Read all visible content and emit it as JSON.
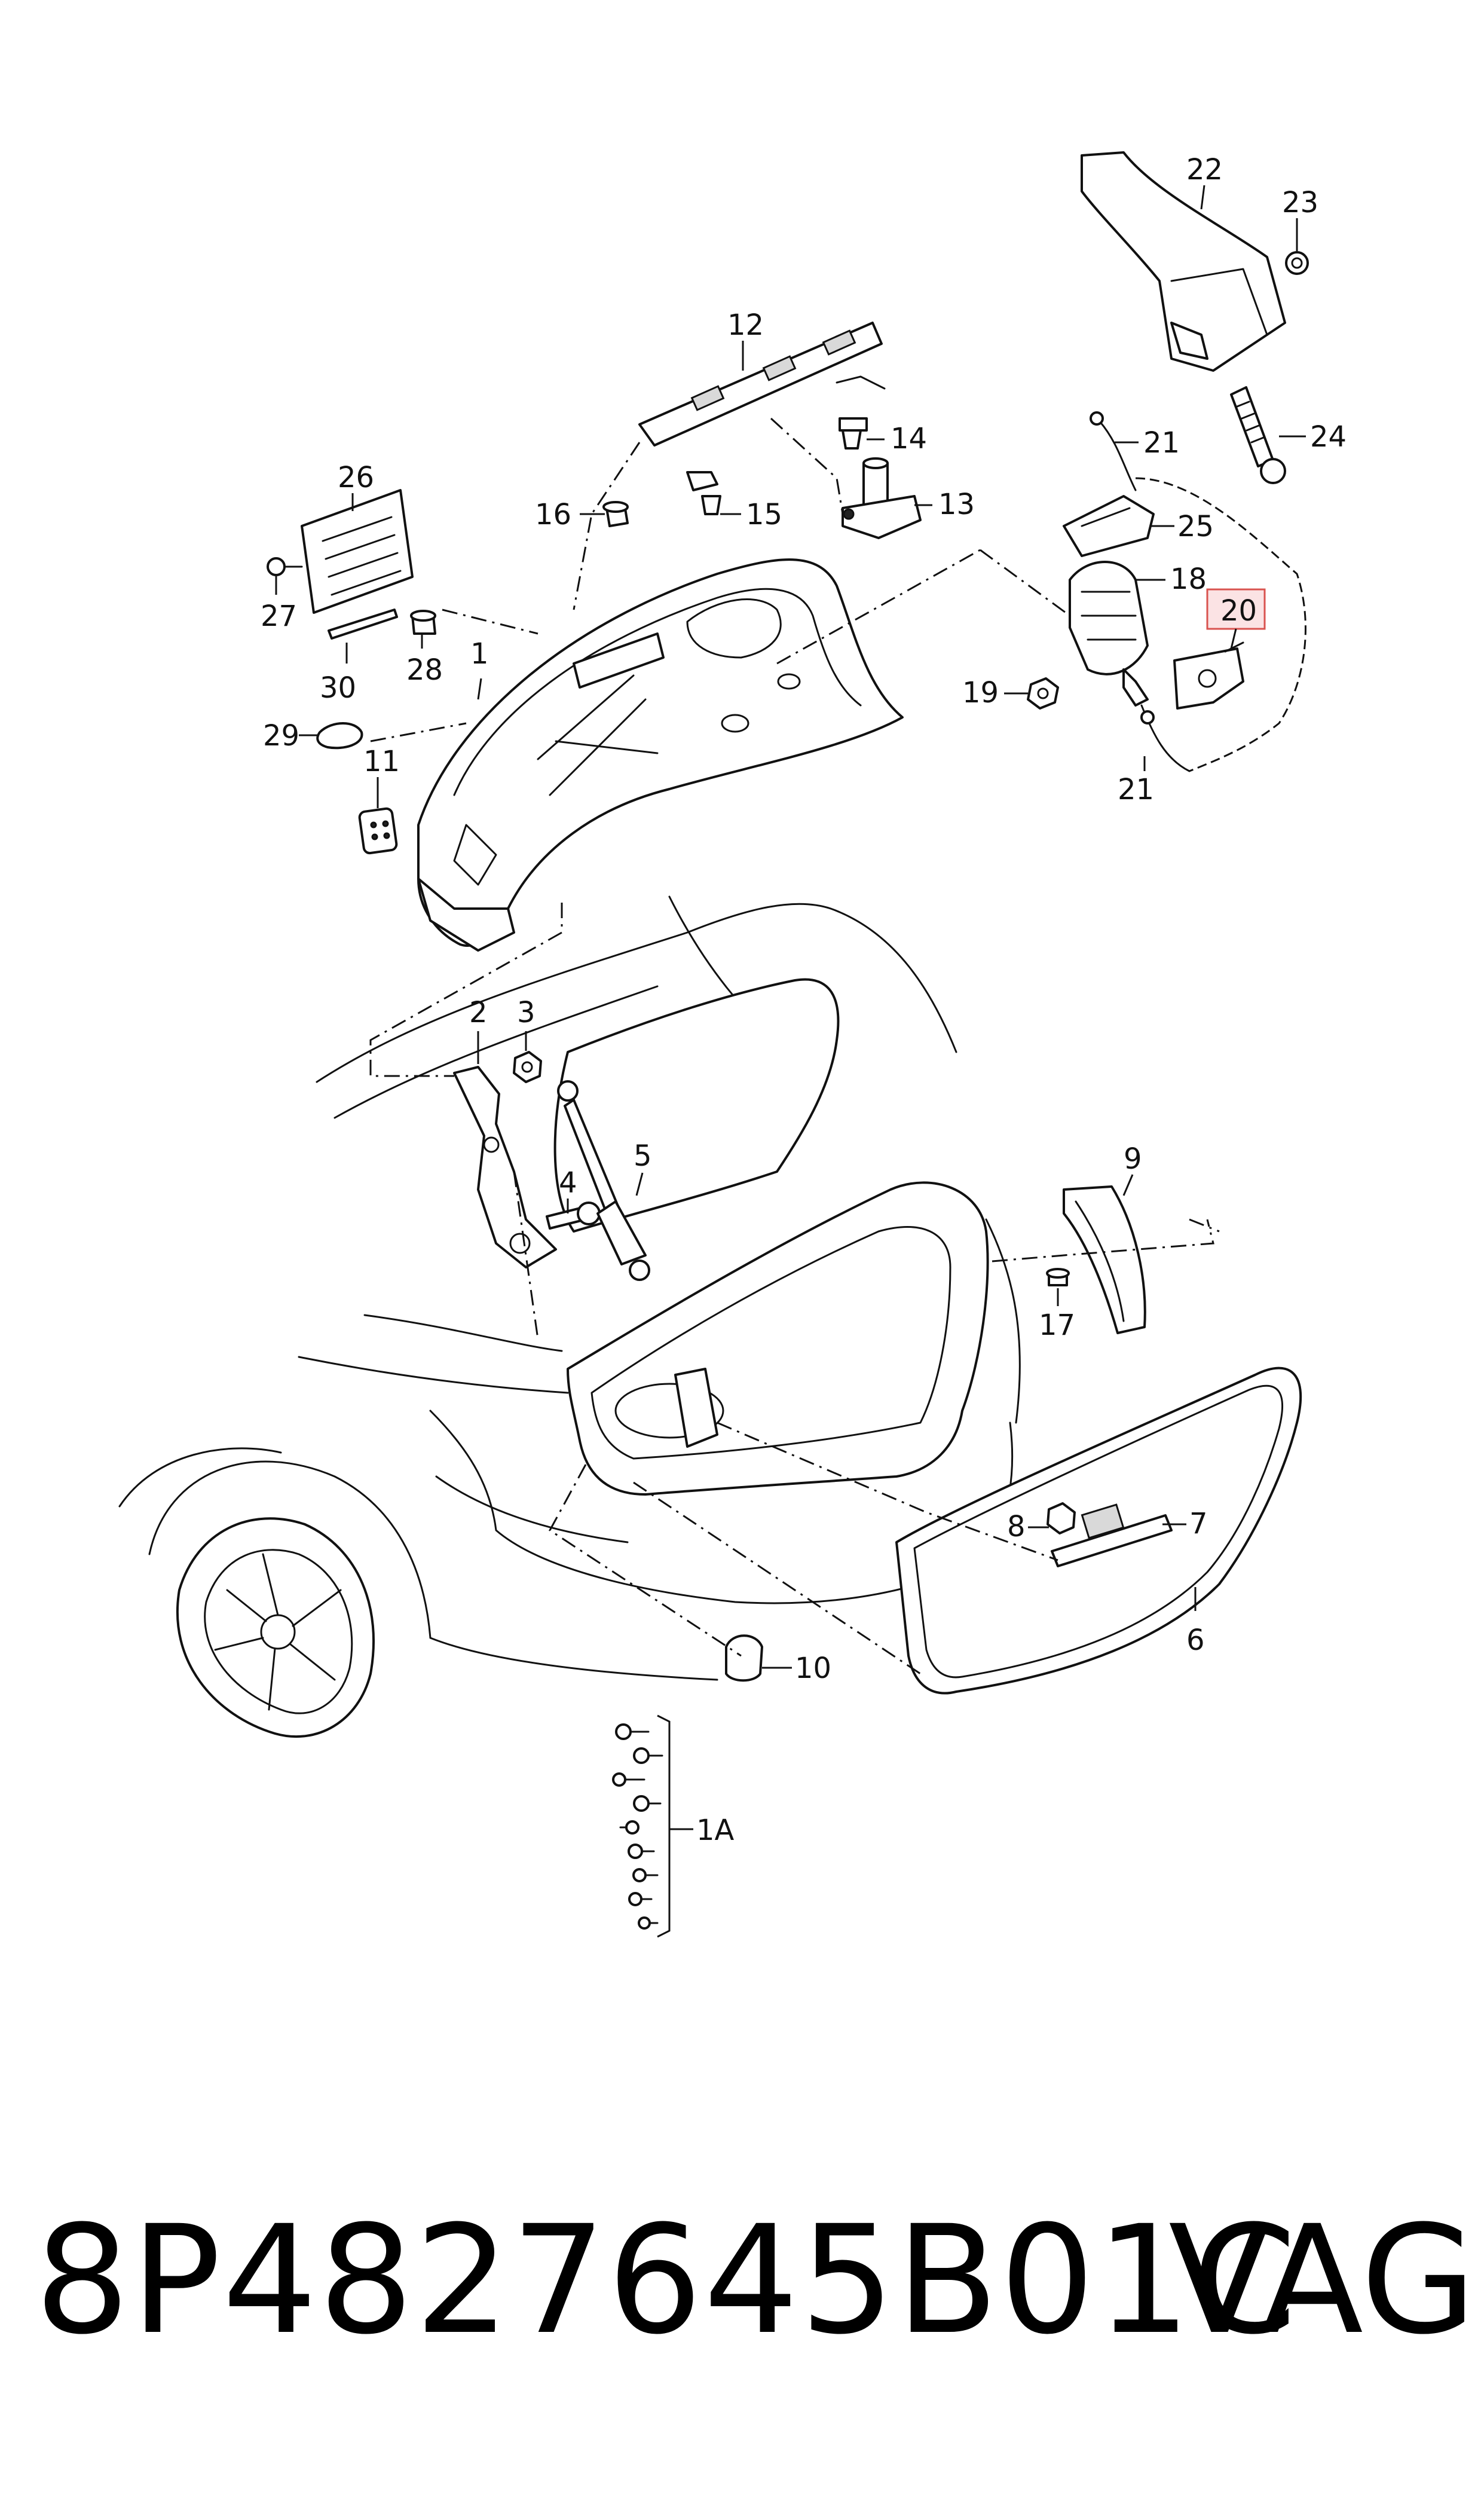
{
  "diagram": {
    "callouts": [
      {
        "id": "1",
        "text": "1"
      },
      {
        "id": "1A",
        "text": "1A"
      },
      {
        "id": "2",
        "text": "2"
      },
      {
        "id": "3",
        "text": "3"
      },
      {
        "id": "4",
        "text": "4"
      },
      {
        "id": "5",
        "text": "5"
      },
      {
        "id": "6",
        "text": "6"
      },
      {
        "id": "7",
        "text": "7"
      },
      {
        "id": "8",
        "text": "8"
      },
      {
        "id": "9",
        "text": "9"
      },
      {
        "id": "10",
        "text": "10"
      },
      {
        "id": "11",
        "text": "11"
      },
      {
        "id": "12",
        "text": "12"
      },
      {
        "id": "13",
        "text": "13"
      },
      {
        "id": "14",
        "text": "14"
      },
      {
        "id": "15",
        "text": "15"
      },
      {
        "id": "16",
        "text": "16"
      },
      {
        "id": "17",
        "text": "17"
      },
      {
        "id": "18",
        "text": "18"
      },
      {
        "id": "19",
        "text": "19"
      },
      {
        "id": "20",
        "text": "20"
      },
      {
        "id": "21a",
        "text": "21"
      },
      {
        "id": "21b",
        "text": "21"
      },
      {
        "id": "22",
        "text": "22"
      },
      {
        "id": "23",
        "text": "23"
      },
      {
        "id": "24",
        "text": "24"
      },
      {
        "id": "25",
        "text": "25"
      },
      {
        "id": "26",
        "text": "26"
      },
      {
        "id": "27",
        "text": "27"
      },
      {
        "id": "28",
        "text": "28"
      },
      {
        "id": "29",
        "text": "29"
      },
      {
        "id": "30",
        "text": "30"
      }
    ],
    "highlighted_callout": "20",
    "highlight_color": "#d9534f"
  },
  "footer": {
    "part_number": "8P4827645B01C",
    "brand": "VAG"
  }
}
